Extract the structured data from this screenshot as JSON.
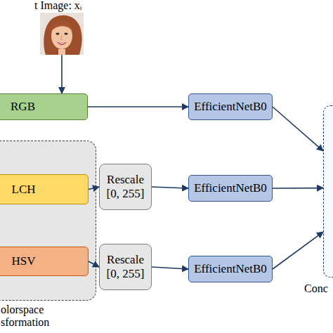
{
  "diagram": {
    "nodes": [
      {
        "text": [
          "t Image: xᵢ"
        ]
      },
      {
        "text": [
          "RGB"
        ]
      },
      {
        "text": [
          "olorspace sformation"
        ]
      },
      {
        "text": [
          "LCH"
        ],
        "in": 2
      },
      {
        "text": [
          "HSV"
        ],
        "in": 2
      },
      {
        "text": [
          "Rescale [0, 255]"
        ]
      },
      {
        "text": [
          "Rescale [0, 255]"
        ]
      },
      {
        "text": [
          "EfficientNetB0"
        ]
      },
      {
        "text": [
          "EfficientNetB0"
        ]
      },
      {
        "text": [
          "EfficientNetB0"
        ]
      },
      {
        "text": [
          "Conc"
        ]
      }
    ],
    "edges": [
      {
        "from": 0,
        "to": 1,
        "arrow": "to"
      },
      {
        "from": 1,
        "to": 7,
        "arrow": "to"
      },
      {
        "from": 3,
        "to": 5,
        "arrow": "to"
      },
      {
        "from": 4,
        "to": 6,
        "arrow": "to"
      },
      {
        "from": 5,
        "to": 8,
        "arrow": "to"
      },
      {
        "from": 6,
        "to": 9,
        "arrow": "to"
      },
      {
        "from": 7,
        "to": 10,
        "arrow": "to"
      },
      {
        "from": 8,
        "to": 10,
        "arrow": "to"
      },
      {
        "from": 9,
        "to": 10,
        "arrow": "to"
      }
    ]
  }
}
